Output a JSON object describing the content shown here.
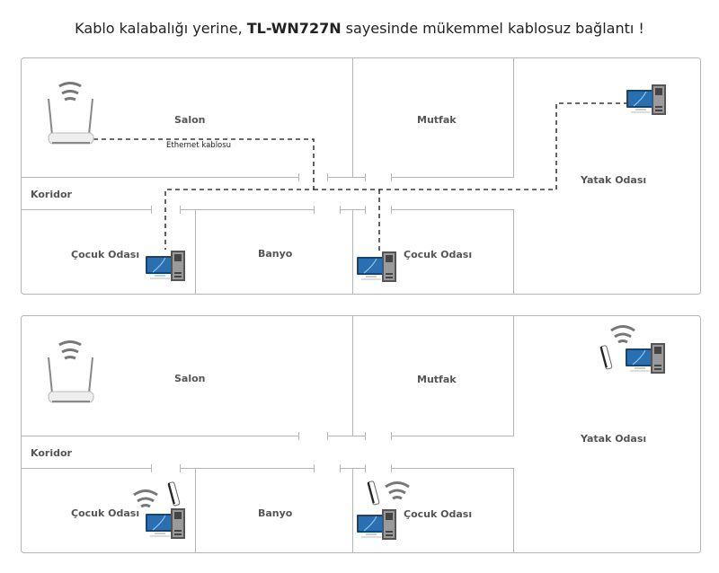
{
  "title": {
    "prefix": "Kablo kalabalığı yerine, ",
    "product": "TL-WN727N",
    "suffix": " sayesinde mükemmel kablosuz bağlantı !"
  },
  "colors": {
    "wall": "#b5b5b5",
    "cable": "#111111",
    "label": "#555555",
    "monitor": "#1a5a9a",
    "tower": "#555555"
  },
  "plans": [
    {
      "id": "wired",
      "rooms": {
        "salon": "Salon",
        "mutfak": "Mutfak",
        "yatak": "Yatak Odası",
        "koridor": "Koridor",
        "cocuk1": "Çocuk Odası",
        "banyo": "Banyo",
        "cocuk2": "Çocuk Odası"
      },
      "cable_label": "Ethernet kablosu",
      "devices": [
        "router-icon",
        "desktop-pc-icon",
        "desktop-pc-icon",
        "desktop-pc-icon"
      ]
    },
    {
      "id": "wireless",
      "rooms": {
        "salon": "Salon",
        "mutfak": "Mutfak",
        "yatak": "Yatak Odası",
        "koridor": "Koridor",
        "cocuk1": "Çocuk Odası",
        "banyo": "Banyo",
        "cocuk2": "Çocuk Odası"
      },
      "devices": [
        "router-icon",
        "usb-adapter-icon",
        "desktop-pc-icon",
        "usb-adapter-icon",
        "desktop-pc-icon",
        "usb-adapter-icon",
        "desktop-pc-icon"
      ]
    }
  ]
}
